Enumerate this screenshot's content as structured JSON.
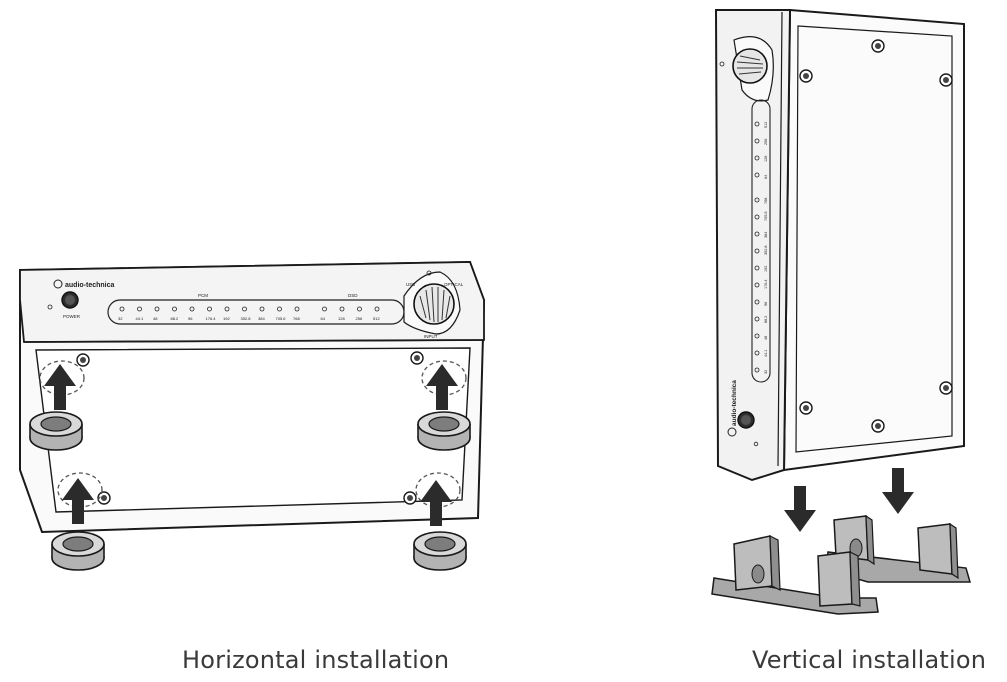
{
  "captions": {
    "horizontal": "Horizontal installation",
    "vertical": "Vertical installation"
  },
  "device": {
    "brand": "audio-technica",
    "power_label": "POWER",
    "input_label": "INPUT",
    "usb_label": "USB",
    "optical_label": "OPTICAL",
    "pcm_label": "PCM",
    "dsd_label": "DSD",
    "pcm_rates": [
      "32",
      "44.1",
      "48",
      "88.2",
      "96",
      "176.4",
      "192",
      "352.8",
      "384",
      "705.6",
      "768"
    ],
    "dsd_rates": [
      "64",
      "128",
      "256",
      "512"
    ]
  },
  "colors": {
    "line": "#1a1a1a",
    "fill_light": "#f7f7f7",
    "foot_dark": "#9a9a9a",
    "stand": "#9d9d9d",
    "arrow": "#2b2b2b"
  }
}
